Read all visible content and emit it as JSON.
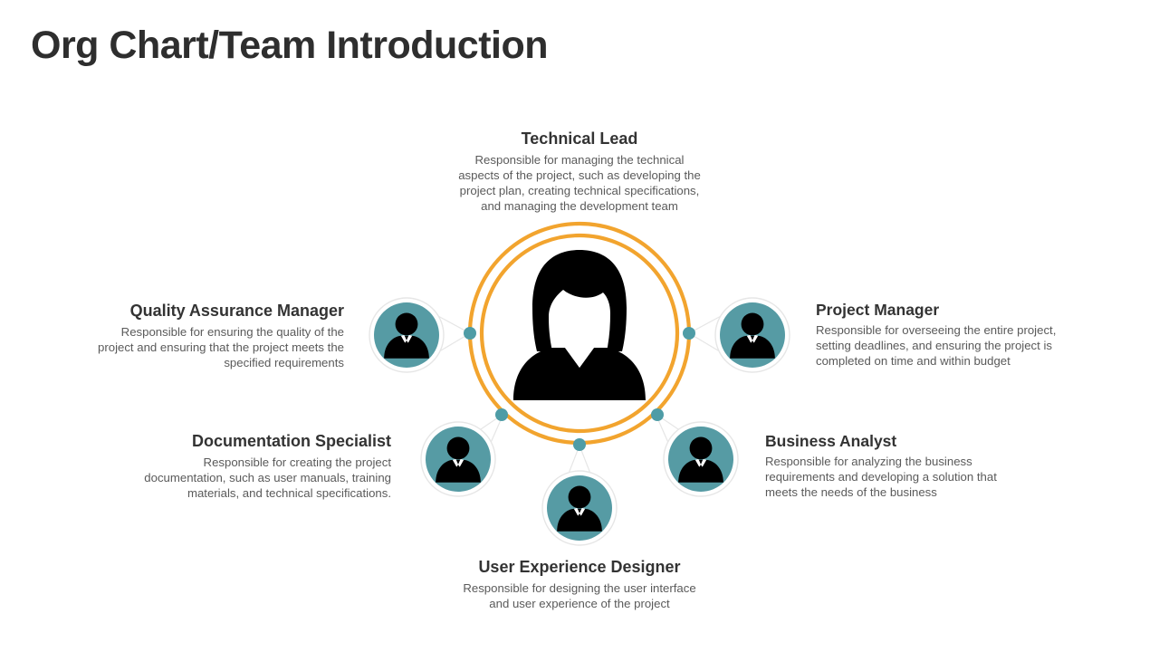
{
  "page": {
    "title": "Org Chart/Team Introduction",
    "background_color": "#ffffff"
  },
  "theme": {
    "title_color": "#2e2e2e",
    "role_title_color": "#333333",
    "role_desc_color": "#5a5a5a",
    "ring_color": "#F2A42E",
    "avatar_teal": "#569BA4",
    "connector_dot_color": "#4E9CA6",
    "bubble_fill": "#ffffff",
    "bubble_stroke": "#e3e3e3",
    "silhouette_color": "#000000"
  },
  "chart_data": {
    "type": "diagram",
    "layout": "radial-hub-and-spoke",
    "title": "Org Chart/Team Introduction",
    "center": {
      "icon": "female-person-silhouette-icon",
      "rings": 2,
      "ring_color": "#F2A42E"
    },
    "nodes": [
      {
        "id": "technical-lead",
        "title": "Technical Lead",
        "description": "Responsible for managing the technical aspects of the project, such as developing the project plan, creating technical specifications, and managing the development team",
        "position": "top",
        "text_align": "center",
        "has_avatar": false,
        "avatar_icon": null,
        "connector_dot": false
      },
      {
        "id": "quality-assurance-manager",
        "title": "Quality Assurance Manager",
        "description": "Responsible for ensuring the quality of the project and ensuring that the project meets the specified requirements",
        "position": "left",
        "text_align": "right",
        "has_avatar": true,
        "avatar_icon": "business-person-silhouette-icon",
        "connector_dot": true
      },
      {
        "id": "project-manager",
        "title": "Project Manager",
        "description": "Responsible for overseeing the entire project, setting deadlines, and ensuring the project is completed on time and within budget",
        "position": "right",
        "text_align": "left",
        "has_avatar": true,
        "avatar_icon": "business-person-silhouette-icon",
        "connector_dot": true
      },
      {
        "id": "documentation-specialist",
        "title": "Documentation Specialist",
        "description": "Responsible for creating the project documentation, such as user manuals, training materials, and technical specifications.",
        "position": "lower-left",
        "text_align": "right",
        "has_avatar": true,
        "avatar_icon": "business-person-silhouette-icon",
        "connector_dot": true
      },
      {
        "id": "business-analyst",
        "title": "Business Analyst",
        "description": "Responsible for analyzing the business requirements and developing a solution that meets the needs of the business",
        "position": "lower-right",
        "text_align": "left",
        "has_avatar": true,
        "avatar_icon": "business-person-silhouette-icon",
        "connector_dot": true
      },
      {
        "id": "user-experience-designer",
        "title": "User Experience Designer",
        "description": "Responsible for designing the user interface and user experience of the project",
        "position": "bottom",
        "text_align": "center",
        "has_avatar": true,
        "avatar_icon": "business-person-silhouette-icon",
        "connector_dot": true
      }
    ]
  },
  "roles": {
    "technical_lead": {
      "title": "Technical Lead",
      "line1": "Responsible for managing the technical",
      "line2": "aspects of the project, such as developing the",
      "line3": "project plan, creating technical specifications,",
      "line4": "and managing the development team"
    },
    "quality_assurance_manager": {
      "title": "Quality Assurance Manager",
      "line1": "Responsible for ensuring the quality of the",
      "line2": "project and ensuring that the project meets the",
      "line3": "specified requirements"
    },
    "project_manager": {
      "title": "Project Manager",
      "line1": "Responsible for overseeing the entire project,",
      "line2": "setting deadlines, and ensuring the project is",
      "line3": "completed on time and within budget"
    },
    "documentation_specialist": {
      "title": "Documentation Specialist",
      "line1": "Responsible for creating the project",
      "line2": "documentation, such as user manuals, training",
      "line3": "materials, and technical specifications."
    },
    "business_analyst": {
      "title": "Business Analyst",
      "line1": "Responsible for analyzing the business",
      "line2": "requirements and developing a solution that",
      "line3": "meets the needs of the business"
    },
    "user_experience_designer": {
      "title": "User Experience Designer",
      "line1": "Responsible for designing the user interface",
      "line2": "and user experience of the project"
    }
  }
}
